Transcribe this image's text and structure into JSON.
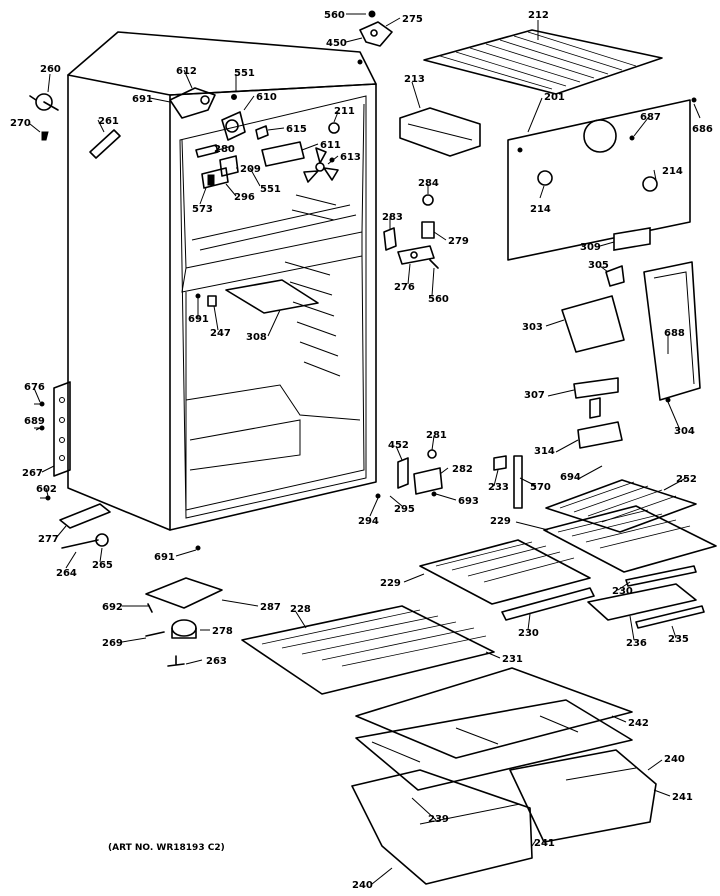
{
  "diagram": {
    "art_number": "(ART NO. WR18193 C2)",
    "callouts": [
      {
        "id": "560-top",
        "label": "560"
      },
      {
        "id": "275",
        "label": "275"
      },
      {
        "id": "450",
        "label": "450"
      },
      {
        "id": "212",
        "label": "212"
      },
      {
        "id": "260",
        "label": "260"
      },
      {
        "id": "612",
        "label": "612"
      },
      {
        "id": "551-top",
        "label": "551"
      },
      {
        "id": "691-top",
        "label": "691"
      },
      {
        "id": "610",
        "label": "610"
      },
      {
        "id": "213",
        "label": "213"
      },
      {
        "id": "201",
        "label": "201"
      },
      {
        "id": "270",
        "label": "270"
      },
      {
        "id": "261",
        "label": "261"
      },
      {
        "id": "211",
        "label": "211"
      },
      {
        "id": "615",
        "label": "615"
      },
      {
        "id": "687",
        "label": "687"
      },
      {
        "id": "686",
        "label": "686"
      },
      {
        "id": "611",
        "label": "611"
      },
      {
        "id": "280",
        "label": "280"
      },
      {
        "id": "613",
        "label": "613"
      },
      {
        "id": "209",
        "label": "209"
      },
      {
        "id": "551-mid",
        "label": "551"
      },
      {
        "id": "214-right",
        "label": "214"
      },
      {
        "id": "296",
        "label": "296"
      },
      {
        "id": "284",
        "label": "284"
      },
      {
        "id": "573",
        "label": "573"
      },
      {
        "id": "214-left",
        "label": "214"
      },
      {
        "id": "283",
        "label": "283"
      },
      {
        "id": "279",
        "label": "279"
      },
      {
        "id": "309",
        "label": "309"
      },
      {
        "id": "276",
        "label": "276"
      },
      {
        "id": "305",
        "label": "305"
      },
      {
        "id": "560-mid",
        "label": "560"
      },
      {
        "id": "691-mid",
        "label": "691"
      },
      {
        "id": "247",
        "label": "247"
      },
      {
        "id": "303",
        "label": "303"
      },
      {
        "id": "688",
        "label": "688"
      },
      {
        "id": "308",
        "label": "308"
      },
      {
        "id": "676",
        "label": "676"
      },
      {
        "id": "307",
        "label": "307"
      },
      {
        "id": "689",
        "label": "689"
      },
      {
        "id": "304",
        "label": "304"
      },
      {
        "id": "281",
        "label": "281"
      },
      {
        "id": "452",
        "label": "452"
      },
      {
        "id": "314",
        "label": "314"
      },
      {
        "id": "267",
        "label": "267"
      },
      {
        "id": "282",
        "label": "282"
      },
      {
        "id": "694",
        "label": "694"
      },
      {
        "id": "233",
        "label": "233"
      },
      {
        "id": "570",
        "label": "570"
      },
      {
        "id": "252",
        "label": "252"
      },
      {
        "id": "602",
        "label": "602"
      },
      {
        "id": "693",
        "label": "693"
      },
      {
        "id": "295",
        "label": "295"
      },
      {
        "id": "294",
        "label": "294"
      },
      {
        "id": "229-right",
        "label": "229"
      },
      {
        "id": "277",
        "label": "277"
      },
      {
        "id": "691-bottom",
        "label": "691"
      },
      {
        "id": "264",
        "label": "264"
      },
      {
        "id": "265",
        "label": "265"
      },
      {
        "id": "229-left",
        "label": "229"
      },
      {
        "id": "230-right",
        "label": "230"
      },
      {
        "id": "692",
        "label": "692"
      },
      {
        "id": "287",
        "label": "287"
      },
      {
        "id": "228",
        "label": "228"
      },
      {
        "id": "230-left",
        "label": "230"
      },
      {
        "id": "236",
        "label": "236"
      },
      {
        "id": "235",
        "label": "235"
      },
      {
        "id": "269",
        "label": "269"
      },
      {
        "id": "278",
        "label": "278"
      },
      {
        "id": "231",
        "label": "231"
      },
      {
        "id": "263",
        "label": "263"
      },
      {
        "id": "242",
        "label": "242"
      },
      {
        "id": "240-right",
        "label": "240"
      },
      {
        "id": "241-right",
        "label": "241"
      },
      {
        "id": "239",
        "label": "239"
      },
      {
        "id": "241-bottom",
        "label": "241"
      },
      {
        "id": "240-bottom",
        "label": "240"
      }
    ]
  }
}
